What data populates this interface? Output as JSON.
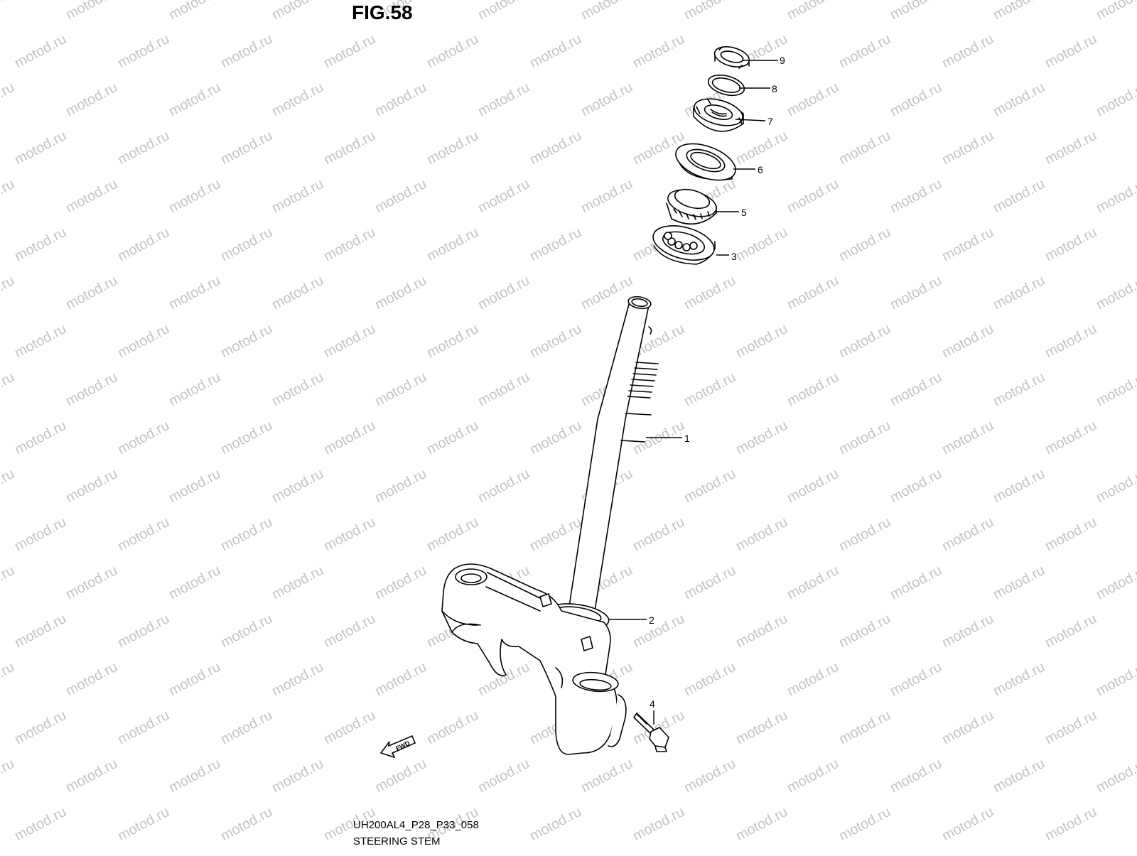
{
  "figure": {
    "title": "FIG.58",
    "code": "UH200AL4_P28_P33_058",
    "name": "STEERING STEM"
  },
  "watermark": {
    "text": "motod.ru",
    "color": "#c4c4c4"
  },
  "fwd_label": "FWD",
  "parts": [
    {
      "id": "1",
      "label": "1"
    },
    {
      "id": "2",
      "label": "2"
    },
    {
      "id": "3",
      "label": "3"
    },
    {
      "id": "4",
      "label": "4"
    },
    {
      "id": "5",
      "label": "5"
    },
    {
      "id": "6",
      "label": "6"
    },
    {
      "id": "7",
      "label": "7"
    },
    {
      "id": "8",
      "label": "8"
    },
    {
      "id": "9",
      "label": "9"
    }
  ]
}
